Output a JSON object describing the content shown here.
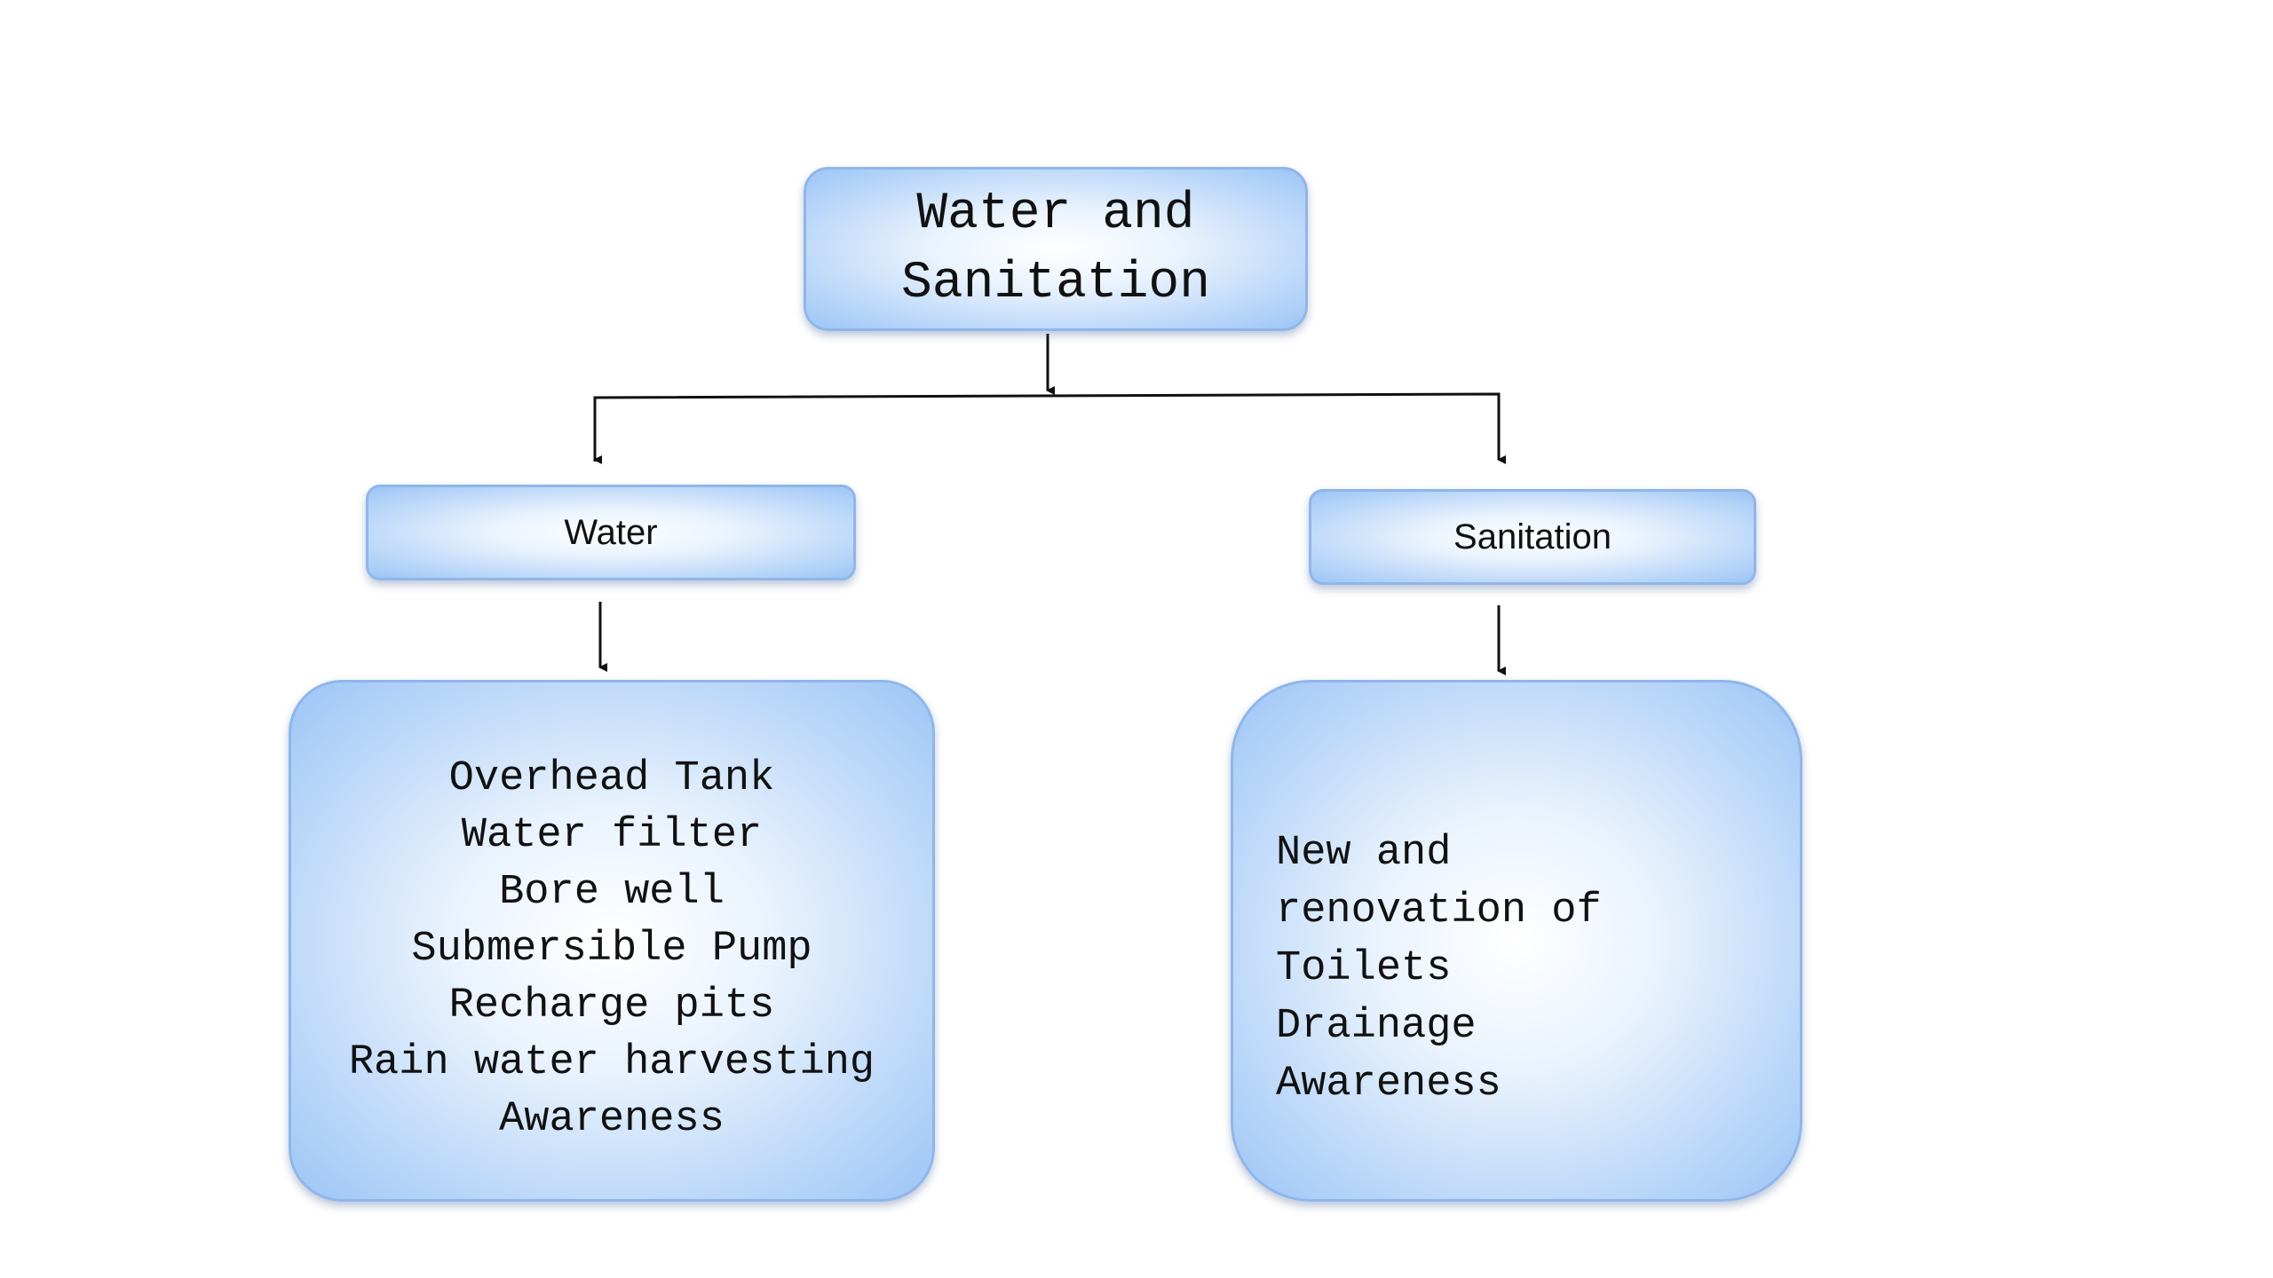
{
  "diagram": {
    "root": {
      "label_line1": "Water and",
      "label_line2": "Sanitation"
    },
    "branches": {
      "water": {
        "label": "Water",
        "items": [
          "Overhead Tank",
          "Water filter",
          "Bore well",
          "Submersible Pump",
          "Recharge pits",
          "Rain water harvesting",
          "Awareness"
        ]
      },
      "sanitation": {
        "label": "Sanitation",
        "items": [
          "New and",
          "renovation of",
          "Toilets",
          "Drainage",
          "Awareness"
        ]
      }
    },
    "colors": {
      "box_border": "#8fb6ea",
      "box_fill_center": "#ffffff",
      "box_fill_edge": "#9cc5f6",
      "connector": "#111111"
    }
  }
}
